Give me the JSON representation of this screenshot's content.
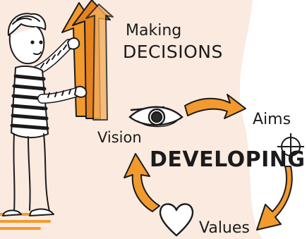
{
  "labels": {
    "making_line1": "Making",
    "making_line2": "DECISIONS",
    "aims": "Aims",
    "vision": "Vision",
    "center": "DEVELOPING",
    "values": "Values"
  },
  "colors": {
    "background": "#ffffff",
    "blush": "#fbeadf",
    "accent": "#f29a2e",
    "accent_dark": "#d9731a",
    "ink": "#1b1b1b"
  },
  "icons": [
    "figure-illustration",
    "up-arrows-icon",
    "eye-icon",
    "crosshair-icon",
    "heart-icon",
    "cycle-arrow-icon"
  ]
}
